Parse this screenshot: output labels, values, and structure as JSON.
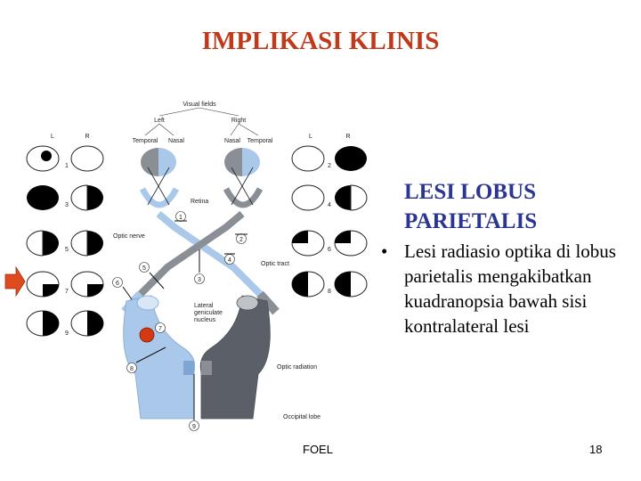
{
  "slide": {
    "title": "IMPLIKASI KLINIS",
    "heading_line1": "LESI LOBUS",
    "heading_line2": "PARIETALIS",
    "bullet_symbol": "•",
    "bullet_text": "Lesi radiasio optika di lobus parietalis mengakibatkan kuadranopsia bawah sisi kontralateral lesi",
    "footer_center": "FOEL",
    "page_number": "18"
  },
  "figure": {
    "visual_fields": "Visual fields",
    "left": "Left",
    "right": "Right",
    "temporal": "Temporal",
    "nasal": "Nasal",
    "L": "L",
    "R": "R",
    "retina": "Retina",
    "optic_nerve": "Optic nerve",
    "optic_tract": "Optic tract",
    "lgn_1": "Lateral",
    "lgn_2": "geniculate",
    "lgn_3": "nucleus",
    "optic_radiation": "Optic radiation",
    "occipital_lobe": "Occipital lobe",
    "lesion_numbers": [
      "1",
      "2",
      "3",
      "4",
      "5",
      "6",
      "7",
      "8",
      "9"
    ]
  },
  "colors": {
    "title": "#c0391b",
    "heading": "#2b3592",
    "arrow": "#e04a1f",
    "lesion_marker": "#d43a12",
    "pathway_blue": "#a9c8ea",
    "pathway_gray": "#8a8f96"
  }
}
